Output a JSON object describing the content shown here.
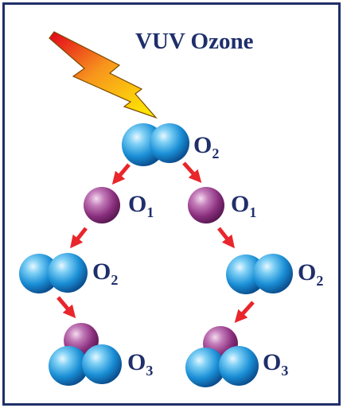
{
  "title": "VUV Ozone",
  "labels": {
    "o2_top": {
      "base": "O",
      "sub": "2"
    },
    "o1_left": {
      "base": "O",
      "sub": "1"
    },
    "o1_right": {
      "base": "O",
      "sub": "1"
    },
    "o2_left": {
      "base": "O",
      "sub": "2"
    },
    "o2_right": {
      "base": "O",
      "sub": "2"
    },
    "o3_left": {
      "base": "O",
      "sub": "3"
    },
    "o3_right": {
      "base": "O",
      "sub": "3"
    }
  },
  "colors": {
    "frame": "#1f2f6b",
    "text": "#1f2f6b",
    "arrow": "#e8262c",
    "oxygen_blue": "#1a8fd6",
    "oxygen_purple": "#8a2f7e",
    "lightning": "#f7941d"
  },
  "icons": {
    "uv": "lightning-bolt-icon",
    "molecule": "oxygen-atom-sphere"
  }
}
